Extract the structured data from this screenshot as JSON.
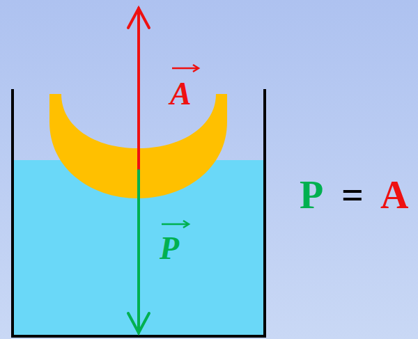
{
  "diagram": {
    "labels": [
      "A",
      "P",
      "P",
      "=",
      "A"
    ]
  }
}
